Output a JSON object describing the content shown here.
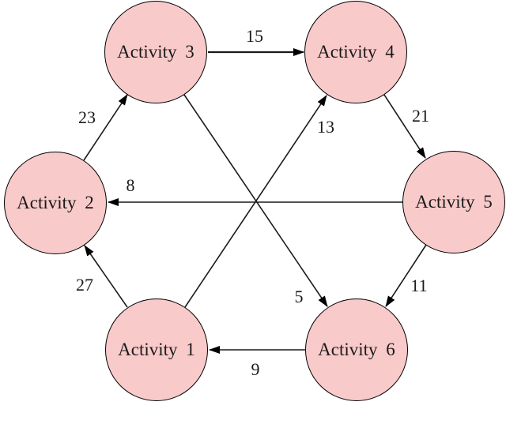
{
  "diagram": {
    "type": "directed-activity-network",
    "background_color": "#ffffff",
    "node_fill_color": "#f9caca",
    "node_stroke_color": "#000000",
    "edge_color": "#000000",
    "nodes": [
      {
        "label": "Activity 1"
      },
      {
        "label": "Activity 2"
      },
      {
        "label": "Activity 3"
      },
      {
        "label": "Activity 4"
      },
      {
        "label": "Activity 5"
      },
      {
        "label": "Activity 6"
      }
    ],
    "edges": [
      {
        "from": "Activity 3",
        "to": "Activity 4",
        "weight": "15"
      },
      {
        "from": "Activity 2",
        "to": "Activity 3",
        "weight": "23"
      },
      {
        "from": "Activity 1",
        "to": "Activity 2",
        "weight": "27"
      },
      {
        "from": "Activity 4",
        "to": "Activity 5",
        "weight": "21"
      },
      {
        "from": "Activity 5",
        "to": "Activity 2",
        "weight": "8"
      },
      {
        "from": "Activity 1",
        "to": "Activity 4",
        "weight": "13"
      },
      {
        "from": "Activity 3",
        "to": "Activity 6",
        "weight": "5"
      },
      {
        "from": "Activity 5",
        "to": "Activity 6",
        "weight": "11"
      },
      {
        "from": "Activity 6",
        "to": "Activity 1",
        "weight": "9"
      }
    ]
  }
}
